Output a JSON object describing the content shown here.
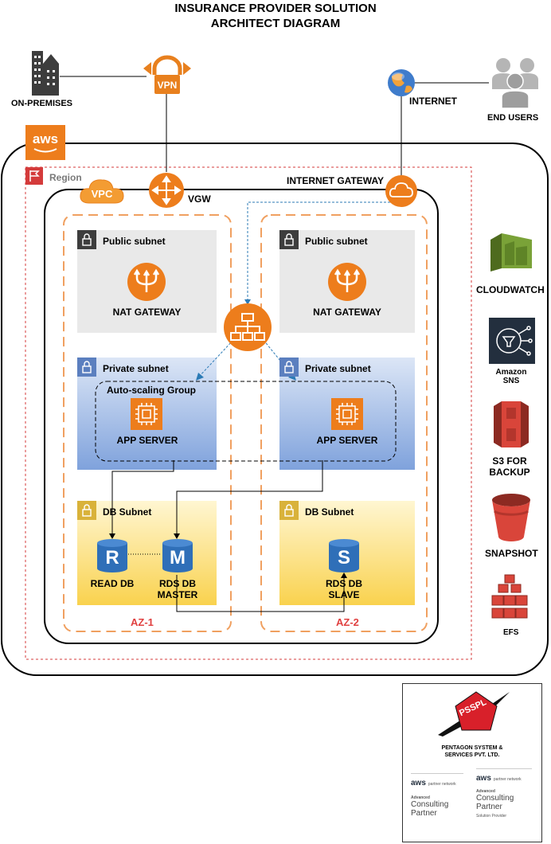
{
  "title": {
    "line1": "INSURANCE PROVIDER SOLUTION",
    "line2": "ARCHITECT DIAGRAM"
  },
  "external": {
    "on_premises": "ON-PREMISES",
    "vpn": "VPN",
    "internet": "INTERNET",
    "end_users": "END USERS"
  },
  "aws": {
    "logo": "aws",
    "region": "Region",
    "vpc": "VPC",
    "vgw": "VGW",
    "internet_gateway": "INTERNET GATEWAY"
  },
  "az": [
    {
      "label": "AZ-1",
      "public_subnet": {
        "title": "Public subnet",
        "service": "NAT GATEWAY"
      },
      "private_subnet": {
        "title": "Private subnet",
        "service": "APP SERVER"
      },
      "db_subnet": {
        "title": "DB Subnet"
      }
    },
    {
      "label": "AZ-2",
      "public_subnet": {
        "title": "Public subnet",
        "service": "NAT GATEWAY"
      },
      "private_subnet": {
        "title": "Private subnet",
        "service": "APP SERVER"
      },
      "db_subnet": {
        "title": "DB Subnet"
      }
    }
  ],
  "autoscaling_group": "Auto-scaling Group",
  "databases": {
    "read": {
      "letter": "R",
      "label": "READ DB"
    },
    "master": {
      "letter": "M",
      "label_line1": "RDS DB",
      "label_line2": "MASTER"
    },
    "slave": {
      "letter": "S",
      "label_line1": "RDS DB",
      "label_line2": "SLAVE"
    }
  },
  "services": {
    "cloudwatch": "CLOUDWATCH",
    "sns_line1": "Amazon",
    "sns_line2": "SNS",
    "s3_line1": "S3 FOR",
    "s3_line2": "BACKUP",
    "snapshot": "SNAPSHOT",
    "efs": "EFS"
  },
  "partner": {
    "badge": "PSSPL",
    "company_line1": "PENTAGON SYSTEM &",
    "company_line2": "SERVICES PVT. LTD.",
    "card1_logo": "aws",
    "card1_small": "partner network",
    "card1_tier": "Advanced",
    "card1_line1": "Consulting",
    "card1_line2": "Partner",
    "card2_logo": "aws",
    "card2_small": "partner network",
    "card2_tier": "Advanced",
    "card2_line1": "Consulting",
    "card2_line2": "Partner",
    "card2_sub": "Solution Provider"
  },
  "colors": {
    "aws_orange": "#ED7D1C",
    "az_border": "#F0A060",
    "region_border": "#E04040",
    "public_subnet_bg": "#E9E9E9",
    "private_subnet_bg": "#8FAEE0",
    "db_subnet_bg": "#FBD55A",
    "db_blue": "#2F6FB8",
    "cloudwatch_green": "#6B8E23",
    "s3_red": "#D9453A",
    "flow_blue": "#2C7BB6"
  }
}
